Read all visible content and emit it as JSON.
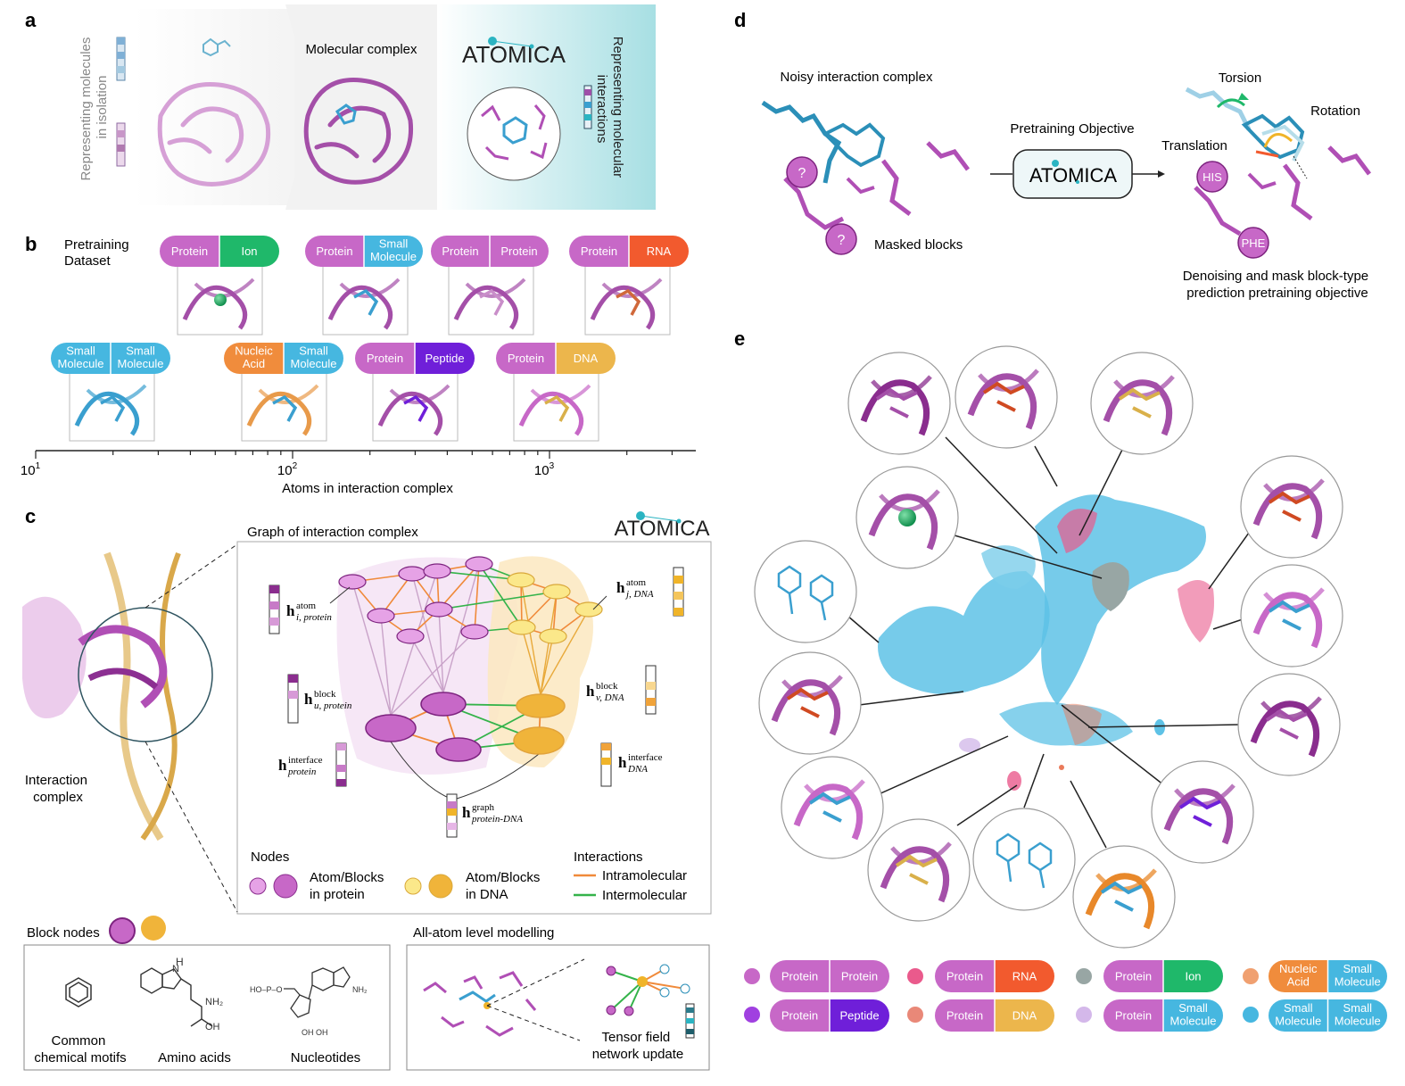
{
  "panels": {
    "a": {
      "letter": "a",
      "isolation_label": [
        "Representing molecules",
        "in isolation"
      ],
      "complex_label": "Molecular complex",
      "brand": "ATOMICA",
      "interactions_label": [
        "Representing molecular",
        "interactions"
      ]
    },
    "b": {
      "letter": "b",
      "dataset_label": [
        "Pretraining",
        "Dataset"
      ],
      "pairs": [
        {
          "left": "Protein",
          "right": "Ion"
        },
        {
          "left": "Protein",
          "right": "Small Molecule"
        },
        {
          "left": "Protein",
          "right": "Protein"
        },
        {
          "left": "Protein",
          "right": "RNA"
        },
        {
          "left": "Small Molecule",
          "right": "Small Molecule"
        },
        {
          "left": "Nucleic Acid",
          "right": "Small Molecule"
        },
        {
          "left": "Protein",
          "right": "Peptide"
        },
        {
          "left": "Protein",
          "right": "DNA"
        }
      ],
      "axis": {
        "title": "Atoms in interaction complex",
        "ticks": [
          {
            "base": "10",
            "exp": "1"
          },
          {
            "base": "10",
            "exp": "2"
          },
          {
            "base": "10",
            "exp": "3"
          }
        ]
      }
    },
    "c": {
      "letter": "c",
      "graph_title": "Graph of interaction complex",
      "brand": "ATOMICA",
      "complex_label": [
        "Interaction",
        "complex"
      ],
      "labels": {
        "atom_protein": {
          "main": "h",
          "sup": "atom",
          "sub": "i, protein"
        },
        "atom_dna": {
          "main": "h",
          "sup": "atom",
          "sub": "j, DNA"
        },
        "block_protein": {
          "main": "h",
          "sup": "block",
          "sub": "u, protein"
        },
        "block_dna": {
          "main": "h",
          "sup": "block",
          "sub": "v, DNA"
        },
        "iface_protein": {
          "main": "h",
          "sup": "interface",
          "sub": "protein"
        },
        "iface_dna": {
          "main": "h",
          "sup": "interface",
          "sub": "DNA"
        },
        "graph": {
          "main": "h",
          "sup": "graph",
          "sub": "protein-DNA"
        }
      },
      "legend": {
        "nodes_title": "Nodes",
        "protein_label": [
          "Atom/Blocks",
          "in protein"
        ],
        "dna_label": [
          "Atom/Blocks",
          "in DNA"
        ],
        "interactions_title": "Interactions",
        "intra": "Intramolecular",
        "inter": "Intermolecular"
      },
      "block_nodes_label": "Block nodes",
      "motifs": [
        "Common",
        "chemical motifs"
      ],
      "amino": "Amino acids",
      "nucleotides": "Nucleotides",
      "allatom_title": "All-atom level modelling",
      "tensor_label": [
        "Tensor field",
        "network update"
      ]
    },
    "d": {
      "letter": "d",
      "noisy_label": "Noisy interaction complex",
      "masked_label": "Masked blocks",
      "objective_label": "Pretraining Objective",
      "brand": "ATOMICA",
      "torsion": "Torsion",
      "rotation": "Rotation",
      "translation": "Translation",
      "mask_symbol": "?",
      "his": "HIS",
      "phe": "PHE",
      "caption": [
        "Denoising and mask block-type",
        "prediction pretraining objective"
      ]
    },
    "e": {
      "letter": "e",
      "legend": [
        {
          "left": "Protein",
          "right": "Protein"
        },
        {
          "left": "Protein",
          "right": "RNA"
        },
        {
          "left": "Protein",
          "right": "Ion"
        },
        {
          "left": "Nucleic Acid",
          "right": "Small Molecule"
        },
        {
          "left": "Protein",
          "right": "Peptide"
        },
        {
          "left": "Protein",
          "right": "DNA"
        },
        {
          "left": "Protein",
          "right": "Small Molecule"
        },
        {
          "left": "Small Molecule",
          "right": "Small Molecule"
        }
      ]
    }
  },
  "colors": {
    "protein": "#c768c7",
    "protein_dark": "#9b3a9b",
    "ion": "#1fb86a",
    "small_molecule": "#46b7e0",
    "rna": "#f25a2e",
    "peptide": "#6f1fd9",
    "dna": "#ecb64c",
    "nucleic_acid": "#f08c3c",
    "intra": "#f08a3a",
    "inter": "#34b34a",
    "umap_blue": "#5ec2e6"
  }
}
